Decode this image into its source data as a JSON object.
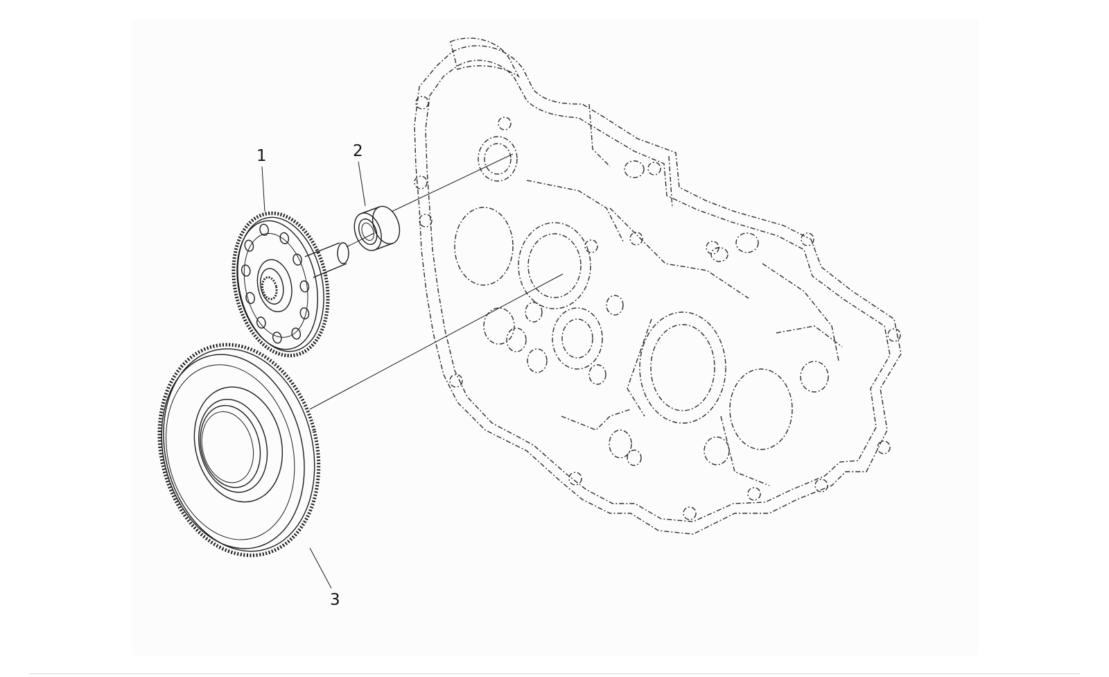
{
  "diagram": {
    "callouts": [
      {
        "id": "1",
        "label": "1",
        "part": "intermediate-gear"
      },
      {
        "id": "2",
        "label": "2",
        "part": "bearing"
      },
      {
        "id": "3",
        "label": "3",
        "part": "starter-gear"
      }
    ]
  },
  "colors": {
    "line": "#1a1a1a",
    "background": "#ffffff",
    "panel": "#fcfcfc",
    "footer_rule": "#d6d6d6"
  }
}
